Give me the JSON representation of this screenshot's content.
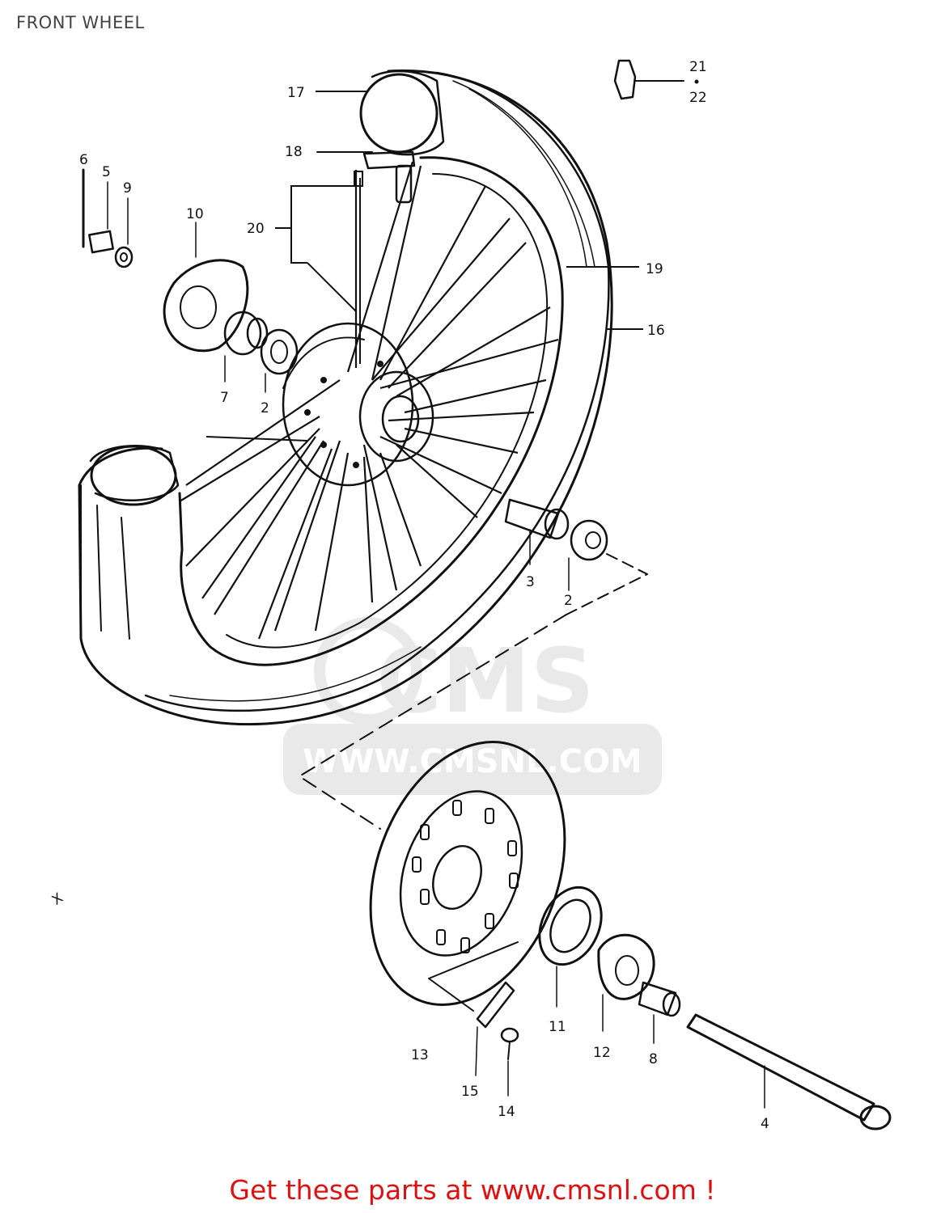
{
  "page": {
    "title": "FRONT WHEEL"
  },
  "watermark": {
    "brand": "CMS",
    "url": "WWW.CMSNL.COM"
  },
  "footer": {
    "link_text": "Get these parts at www.cmsnl.com !"
  },
  "colors": {
    "footer_text": "#dd1111",
    "line_art": "#111111",
    "watermark": "#d8d8d8"
  },
  "callouts": [
    {
      "id": "c17",
      "label": "17"
    },
    {
      "id": "c18",
      "label": "18"
    },
    {
      "id": "c20",
      "label": "20"
    },
    {
      "id": "c21",
      "label": "21"
    },
    {
      "id": "c22",
      "label": "22"
    },
    {
      "id": "c19",
      "label": "19"
    },
    {
      "id": "c16",
      "label": "16"
    },
    {
      "id": "c6",
      "label": "6"
    },
    {
      "id": "c5",
      "label": "5"
    },
    {
      "id": "c9",
      "label": "9"
    },
    {
      "id": "c10",
      "label": "10"
    },
    {
      "id": "c7",
      "label": "7"
    },
    {
      "id": "c2a",
      "label": "2"
    },
    {
      "id": "c3",
      "label": "3"
    },
    {
      "id": "c2b",
      "label": "2"
    },
    {
      "id": "c13",
      "label": "13"
    },
    {
      "id": "c15",
      "label": "15"
    },
    {
      "id": "c14",
      "label": "14"
    },
    {
      "id": "c11",
      "label": "11"
    },
    {
      "id": "c12",
      "label": "12"
    },
    {
      "id": "c8",
      "label": "8"
    },
    {
      "id": "c4",
      "label": "4"
    }
  ]
}
